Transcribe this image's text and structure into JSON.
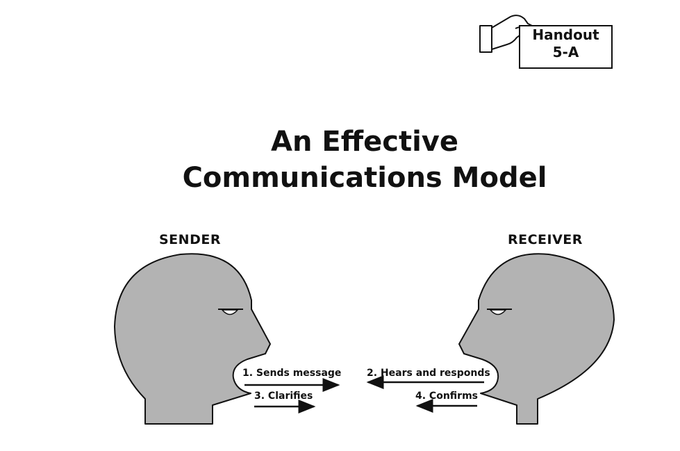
{
  "handout": {
    "line1": "Handout",
    "line2": "5-A"
  },
  "title": {
    "line1": "An Effective",
    "line2": "Communications Model"
  },
  "roles": {
    "sender": "SENDER",
    "receiver": "RECEIVER"
  },
  "steps": [
    {
      "label": "1. Sends message",
      "direction": "right"
    },
    {
      "label": "2. Hears and responds",
      "direction": "left"
    },
    {
      "label": "3. Clarifies",
      "direction": "right"
    },
    {
      "label": "4. Confirms",
      "direction": "left"
    }
  ],
  "colors": {
    "head_fill": "#b3b3b3",
    "stroke": "#111111",
    "background": "#ffffff"
  }
}
